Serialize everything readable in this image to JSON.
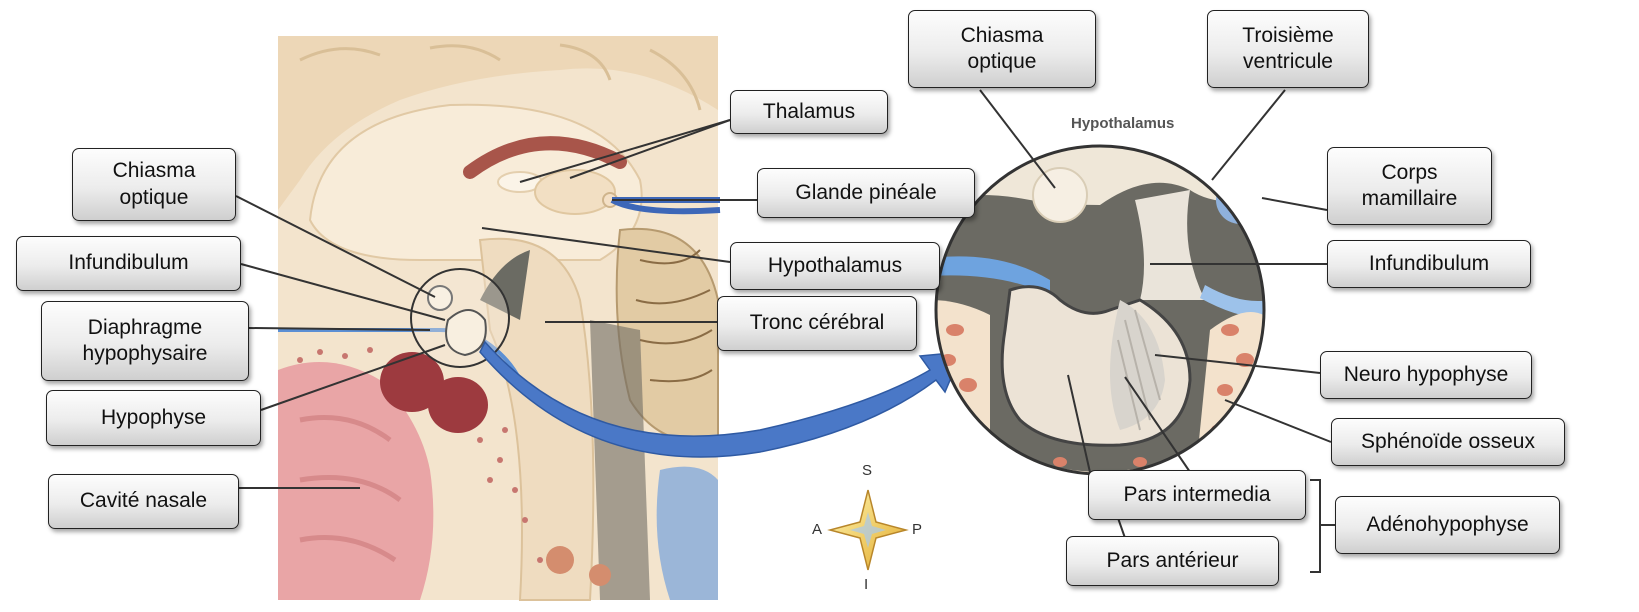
{
  "labels": {
    "left": {
      "chiasma": "Chiasma\noptique",
      "infundibulum": "Infundibulum",
      "diaphragme": "Diaphragme\nhypophysaire",
      "hypophyse": "Hypophyse",
      "cavite": "Cavité nasale"
    },
    "middle": {
      "thalamus": "Thalamus",
      "pineale": "Glande pinéale",
      "hypothalamus": "Hypothalamus",
      "tronc": "Tronc cérébral"
    },
    "right": {
      "chiasma": "Chiasma\noptique",
      "troisieme": "Troisième\nventricule",
      "corps": "Corps\nmamillaire",
      "infundibulum": "Infundibulum",
      "neuro": "Neuro hypophyse",
      "sphenoide": "Sphénoïde osseux",
      "pars_intermedia": "Pars intermedia",
      "pars_anterieur": "Pars antérieur",
      "adeno": "Adénohypophyse"
    }
  },
  "inset_text": "Hypothalamus",
  "orientation": {
    "s": "S",
    "p": "P",
    "i": "I",
    "a": "A"
  }
}
